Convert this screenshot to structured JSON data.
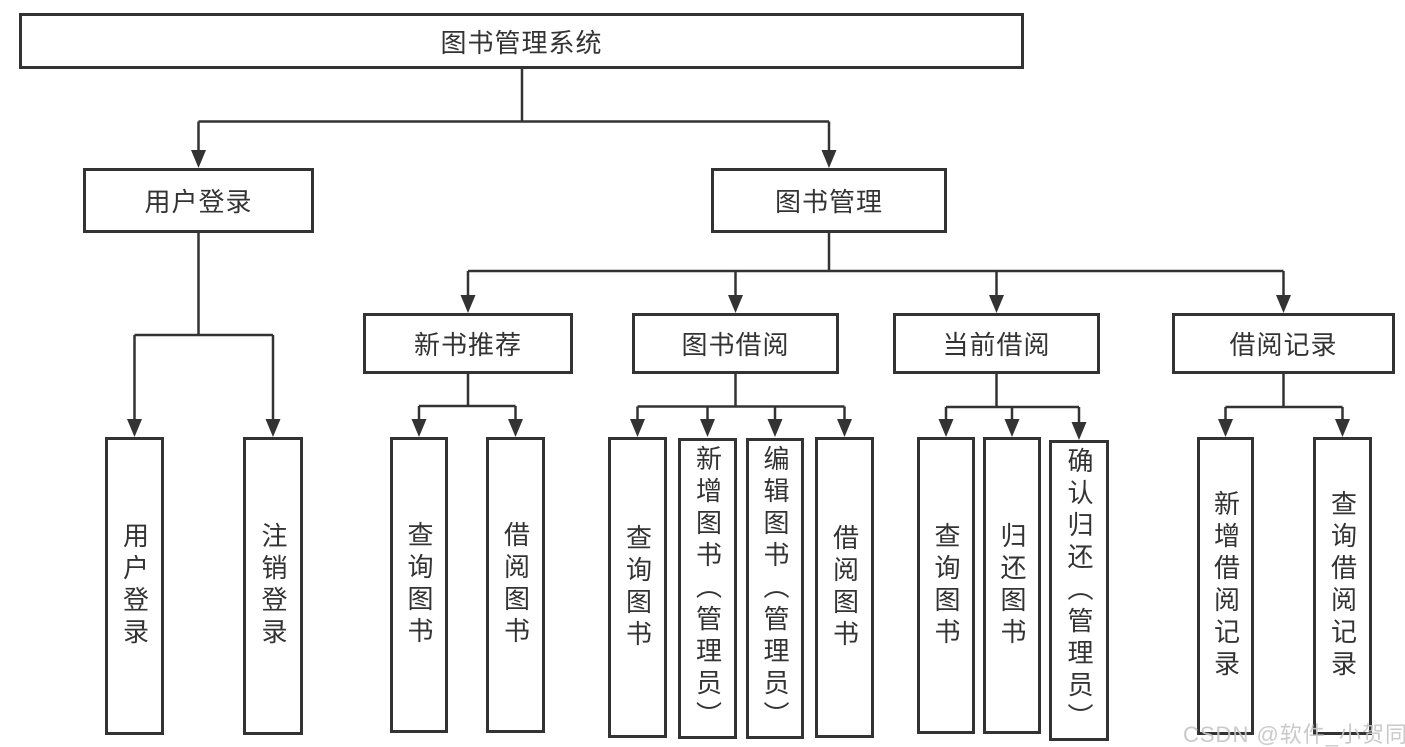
{
  "diagram": {
    "root": {
      "label": "图书管理系统"
    },
    "level2": [
      {
        "label": "用户登录"
      },
      {
        "label": "图书管理"
      }
    ],
    "level3": [
      {
        "label": "新书推荐"
      },
      {
        "label": "图书借阅"
      },
      {
        "label": "当前借阅"
      },
      {
        "label": "借阅记录"
      }
    ],
    "leaves": {
      "user_login": [
        "用户登录",
        "注销登录"
      ],
      "new_book_recommend": [
        "查询图书",
        "借阅图书"
      ],
      "book_borrow": [
        "查询图书",
        "新增图书（管理员）",
        "编辑图书（管理员）",
        "借阅图书"
      ],
      "current_borrow": [
        "查询图书",
        "归还图书",
        "确认归还（管理员）"
      ],
      "borrow_record": [
        "新增借阅记录",
        "查询借阅记录"
      ]
    }
  },
  "watermark": {
    "text": "CSDN @软件_小贺同学"
  },
  "colors": {
    "line": "#333333",
    "box_border": "#333333",
    "box_fill": "#ffffff",
    "text": "#333333",
    "watermark_text": "#c5c5c5",
    "background": "#ffffff"
  }
}
